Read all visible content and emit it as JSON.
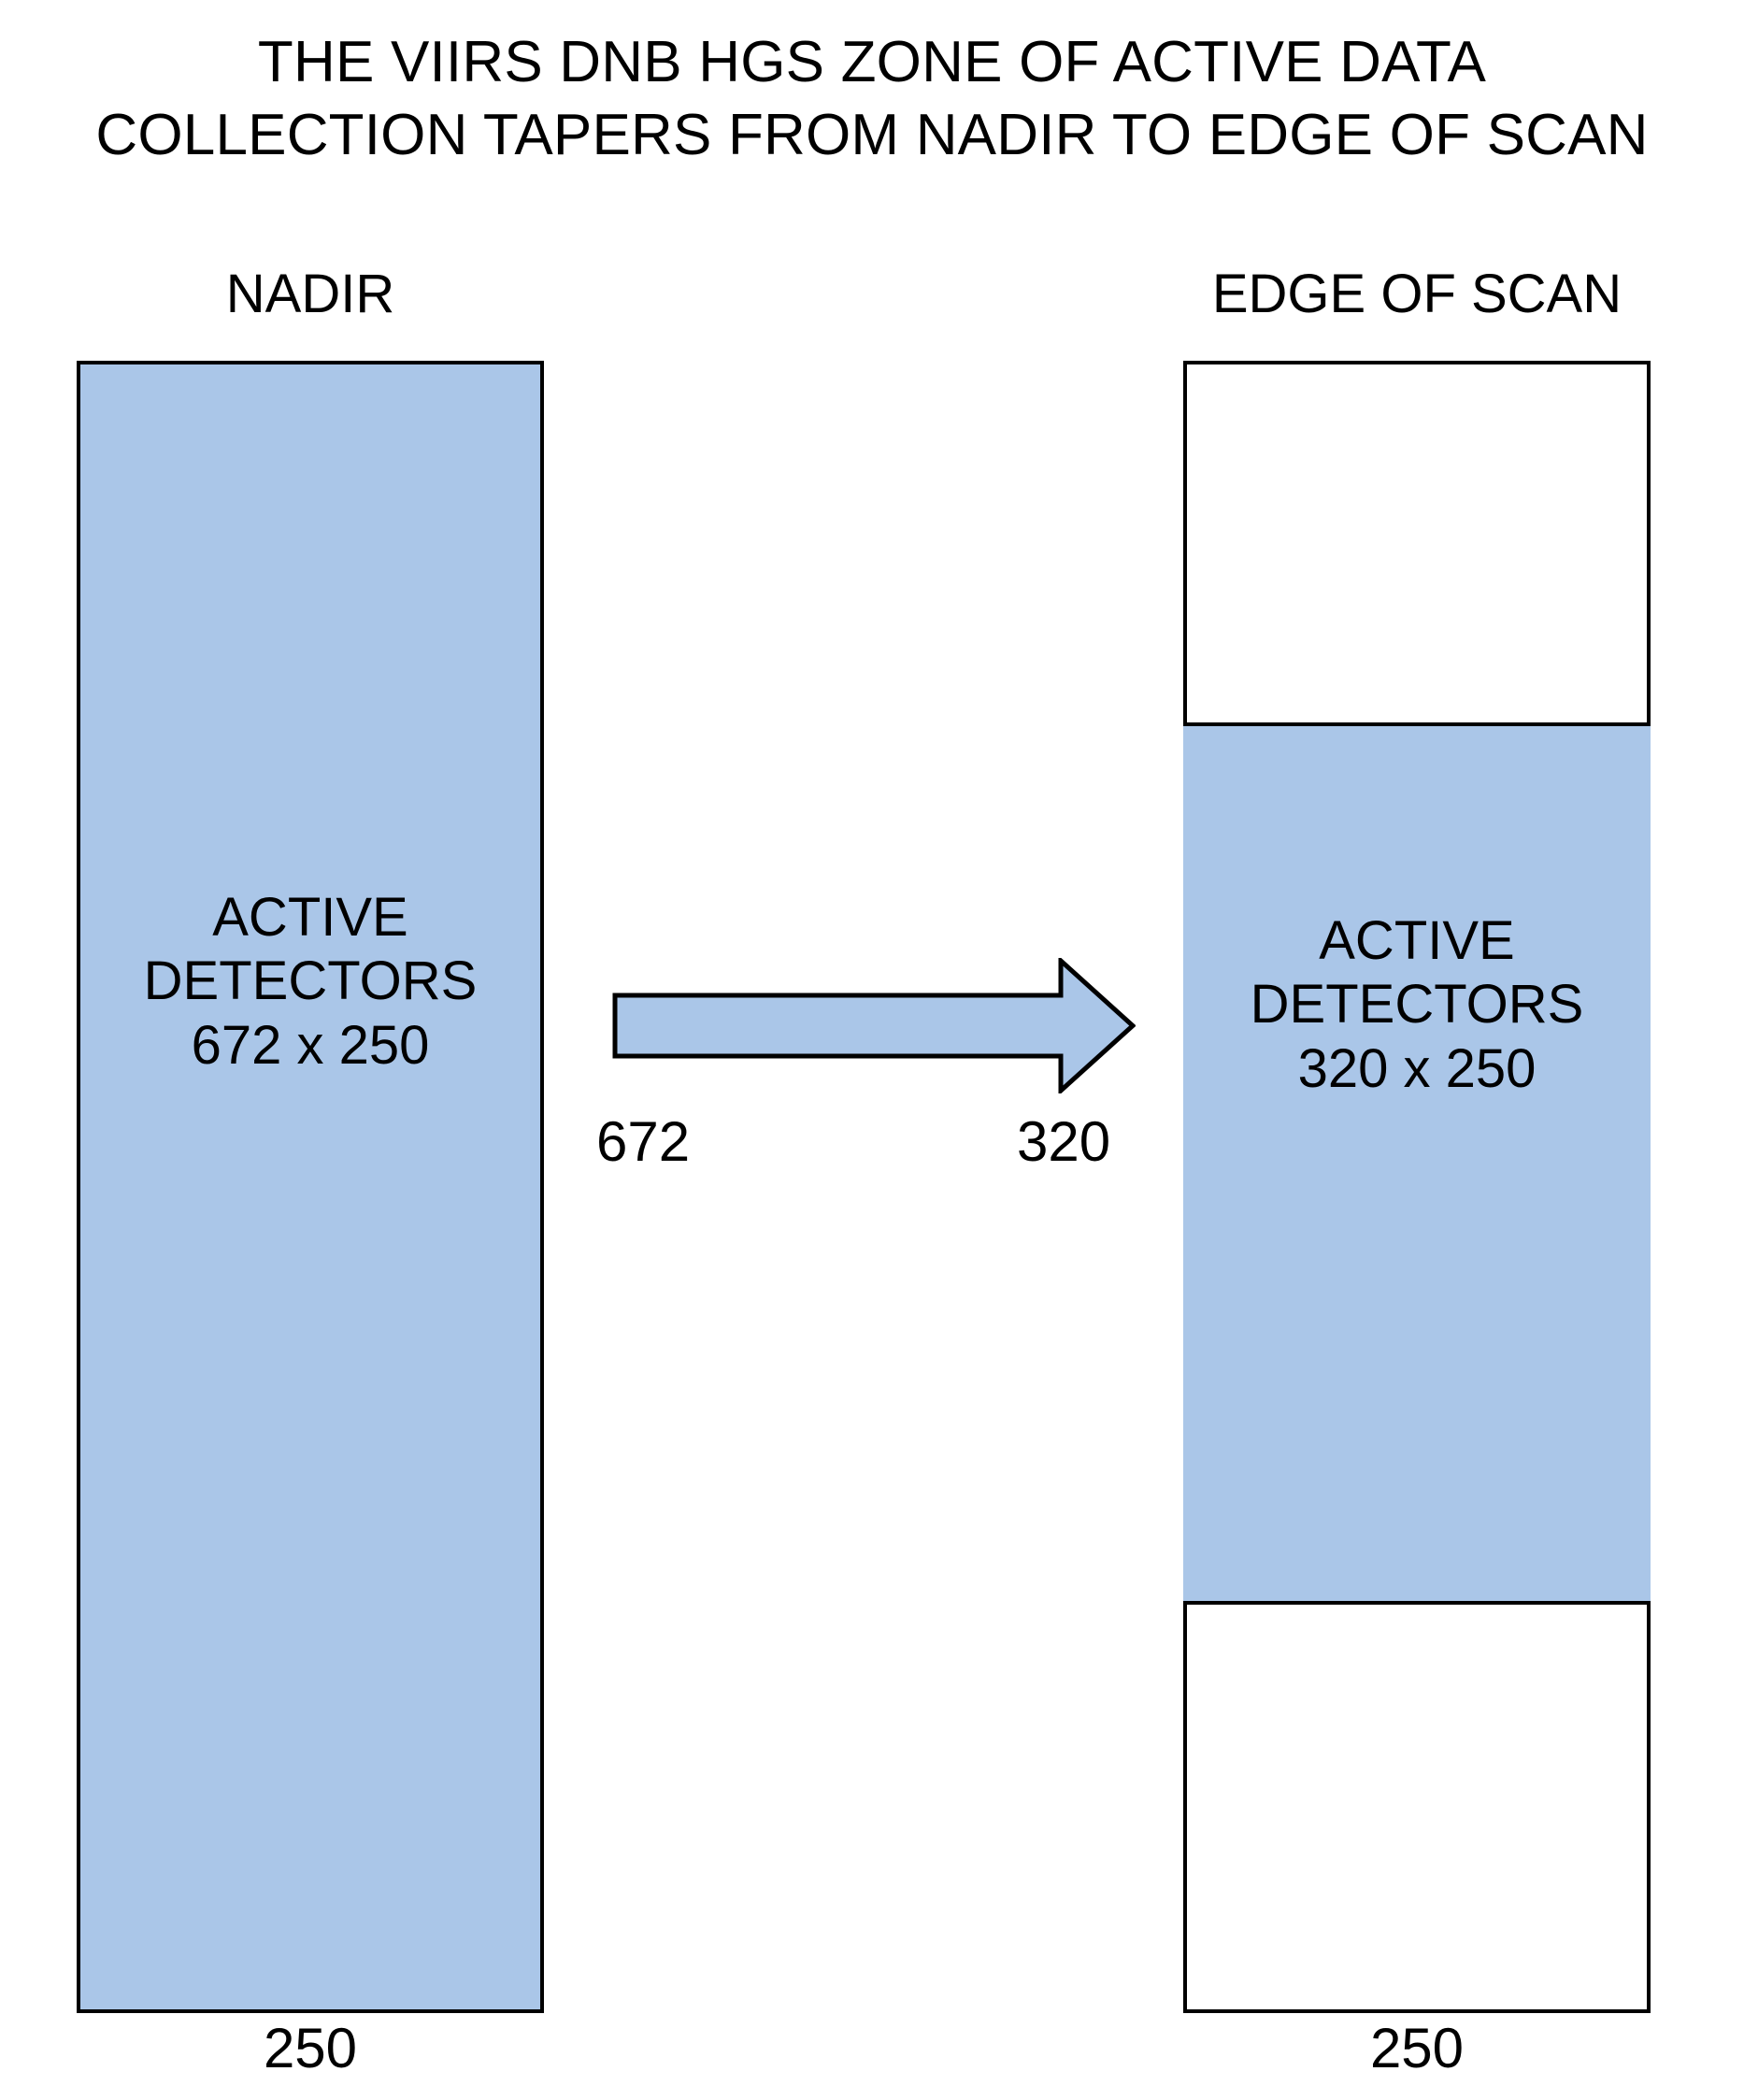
{
  "title": {
    "line1": "THE VIIRS DNB HGS ZONE OF ACTIVE DATA",
    "line2": "COLLECTION TAPERS FROM NADIR TO EDGE OF SCAN"
  },
  "colors": {
    "active_fill": "#aac6e8",
    "outline": "#000000",
    "background": "#ffffff",
    "text": "#000000"
  },
  "panels": {
    "nadir": {
      "header": "NADIR",
      "caption_line1": "ACTIVE",
      "caption_line2": "DETECTORS",
      "caption_line3": "672 x 250",
      "bottom_dim": "250",
      "arrow_dim": "672",
      "aggregation_samples": 672,
      "detectors": 250,
      "active_fraction": 1.0
    },
    "edge_of_scan": {
      "header": "EDGE OF SCAN",
      "caption_line1": "ACTIVE",
      "caption_line2": "DETECTORS",
      "caption_line3": "320 x 250",
      "bottom_dim": "250",
      "arrow_dim": "320",
      "aggregation_samples": 320,
      "detectors": 250,
      "active_fraction": 0.534
    }
  },
  "arrow": {
    "icon": "right-arrow-icon",
    "direction": "right",
    "from": "672",
    "to": "320",
    "fill": "#aac6e8",
    "stroke": "#000000"
  }
}
